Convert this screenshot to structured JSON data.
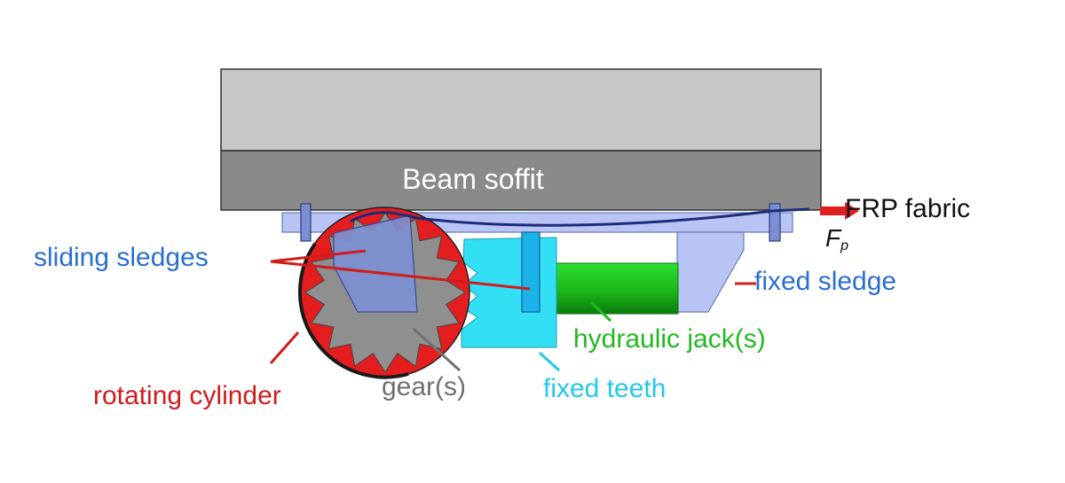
{
  "labels": {
    "beam_soffit": "Beam soffit",
    "frp_fabric": "FRP fabric",
    "force": "F",
    "force_subscript": "p",
    "sliding_sledges": "sliding sledges",
    "fixed_sledge": "fixed sledge",
    "hydraulic_jack": "hydraulic jack(s)",
    "rotating_cylinder": "rotating cylinder",
    "gears": "gear(s)",
    "fixed_teeth": "fixed teeth"
  },
  "colors": {
    "beam_top": "#c8c8c8",
    "beam_soffit": "#8a8a8a",
    "sledge_plate": "#b8c4f4",
    "fabric": "#1e2c7a",
    "cylinder": "#e41e1e",
    "gear": "#8f8f8f",
    "sliding_sledge_block": "#7d8fd2",
    "fixed_teeth": "#33dff5",
    "jack": "#1ec81e",
    "fixed_sledge": "#b8c4f4",
    "label_blue": "#2a6fd0",
    "label_red": "#d01c1c",
    "label_green": "#22b822",
    "label_gray": "#707070",
    "label_cyan": "#22c8e8",
    "force_arrow": "#e02020"
  }
}
